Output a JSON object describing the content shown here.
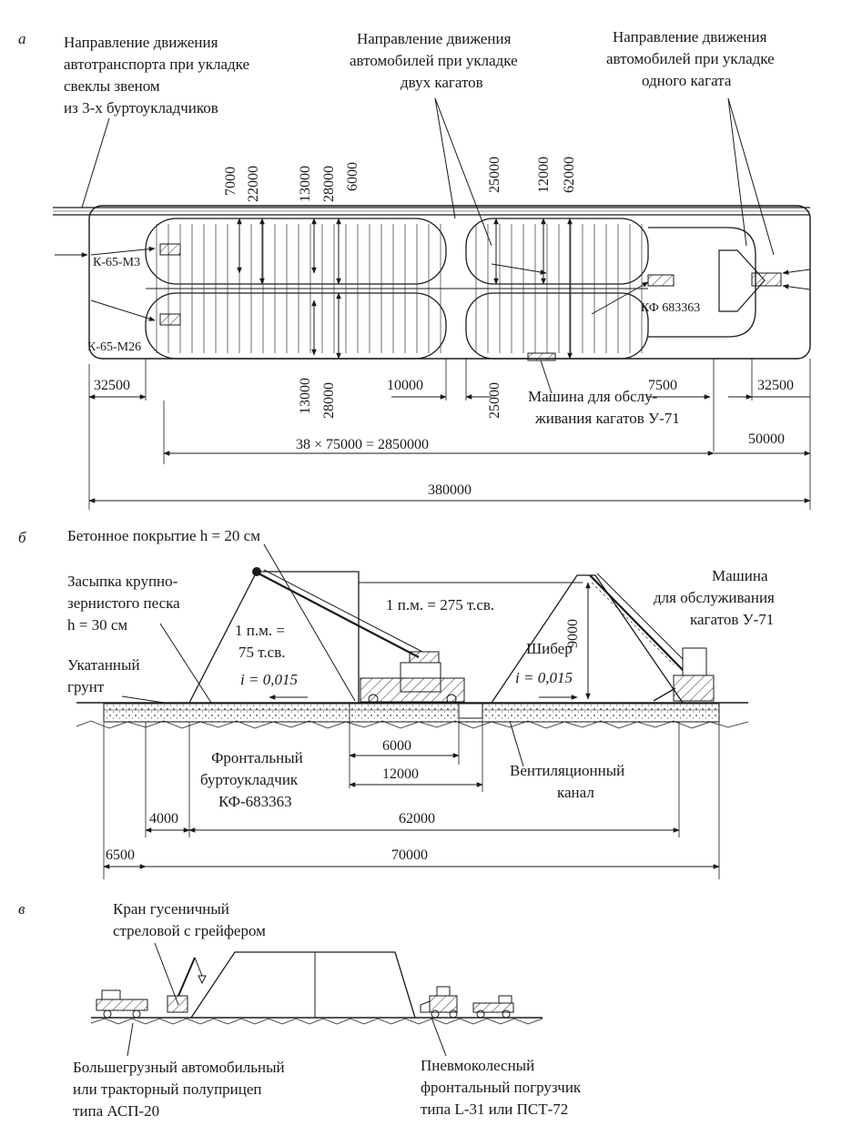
{
  "section_a": {
    "marker": "а",
    "note_trucks_three": [
      "Направление движения",
      "автотранспорта при укладке",
      "свеклы звеном",
      "из 3-х буртоукладчиков"
    ],
    "note_two_piles": [
      "Направление движения",
      "автомобилей при укладке",
      "двух кагатов"
    ],
    "note_one_pile": [
      "Направление движения",
      "автомобилей при укладке",
      "одного кагата"
    ],
    "machine_k65m3": "К-65-М3",
    "machine_k65m26": "К-65-М26",
    "machine_kf": "КФ 683363",
    "machine_u71": [
      "Машина для обслу-",
      "живания кагатов У-71"
    ],
    "dims_top_vertical": [
      "7000",
      "22000",
      "13000",
      "28000",
      "6000",
      "25000",
      "12000",
      "62000"
    ],
    "dims_bottom_vertical": [
      "13000",
      "28000",
      "25000"
    ],
    "dim_32500_left": "32500",
    "dim_10000": "10000",
    "dim_7500": "7500",
    "dim_32500_right": "32500",
    "dim_chain": "38 × 75000 = 2850000",
    "dim_50000": "50000",
    "dim_total": "380000"
  },
  "section_b": {
    "marker": "б",
    "concrete": "Бетонное покрытие h = 20 см",
    "sand": [
      "Засыпка крупно-",
      "зернистого песка",
      "h = 30 см"
    ],
    "soil": [
      "Укатанный",
      "грунт"
    ],
    "load_small": [
      "1 п.м. =",
      "75 т.св."
    ],
    "load_big": "1 п.м. = 275 т.св.",
    "slope_left": "i = 0,015",
    "slope_right": "i = 0,015",
    "gate": "Шибер",
    "height": "9000",
    "machine_u71": [
      "Машина",
      "для обслуживания",
      "кагатов У-71"
    ],
    "loader": [
      "Фронтальный",
      "буртоукладчик",
      "КФ-683363"
    ],
    "channel": [
      "Вентиляционный",
      "канал"
    ],
    "dim_6000": "6000",
    "dim_12000": "12000",
    "dim_4000": "4000",
    "dim_62000": "62000",
    "dim_6500": "6500",
    "dim_70000": "70000"
  },
  "section_c": {
    "marker": "в",
    "crane": [
      "Кран гусеничный",
      "стреловой с грейфером"
    ],
    "trailer": [
      "Большегрузный автомобильный",
      "или тракторный полуприцеп",
      "типа АСП-20"
    ],
    "front_loader": [
      "Пневмоколесный",
      "фронтальный погрузчик",
      "типа L-31 или ПСТ-72"
    ]
  }
}
